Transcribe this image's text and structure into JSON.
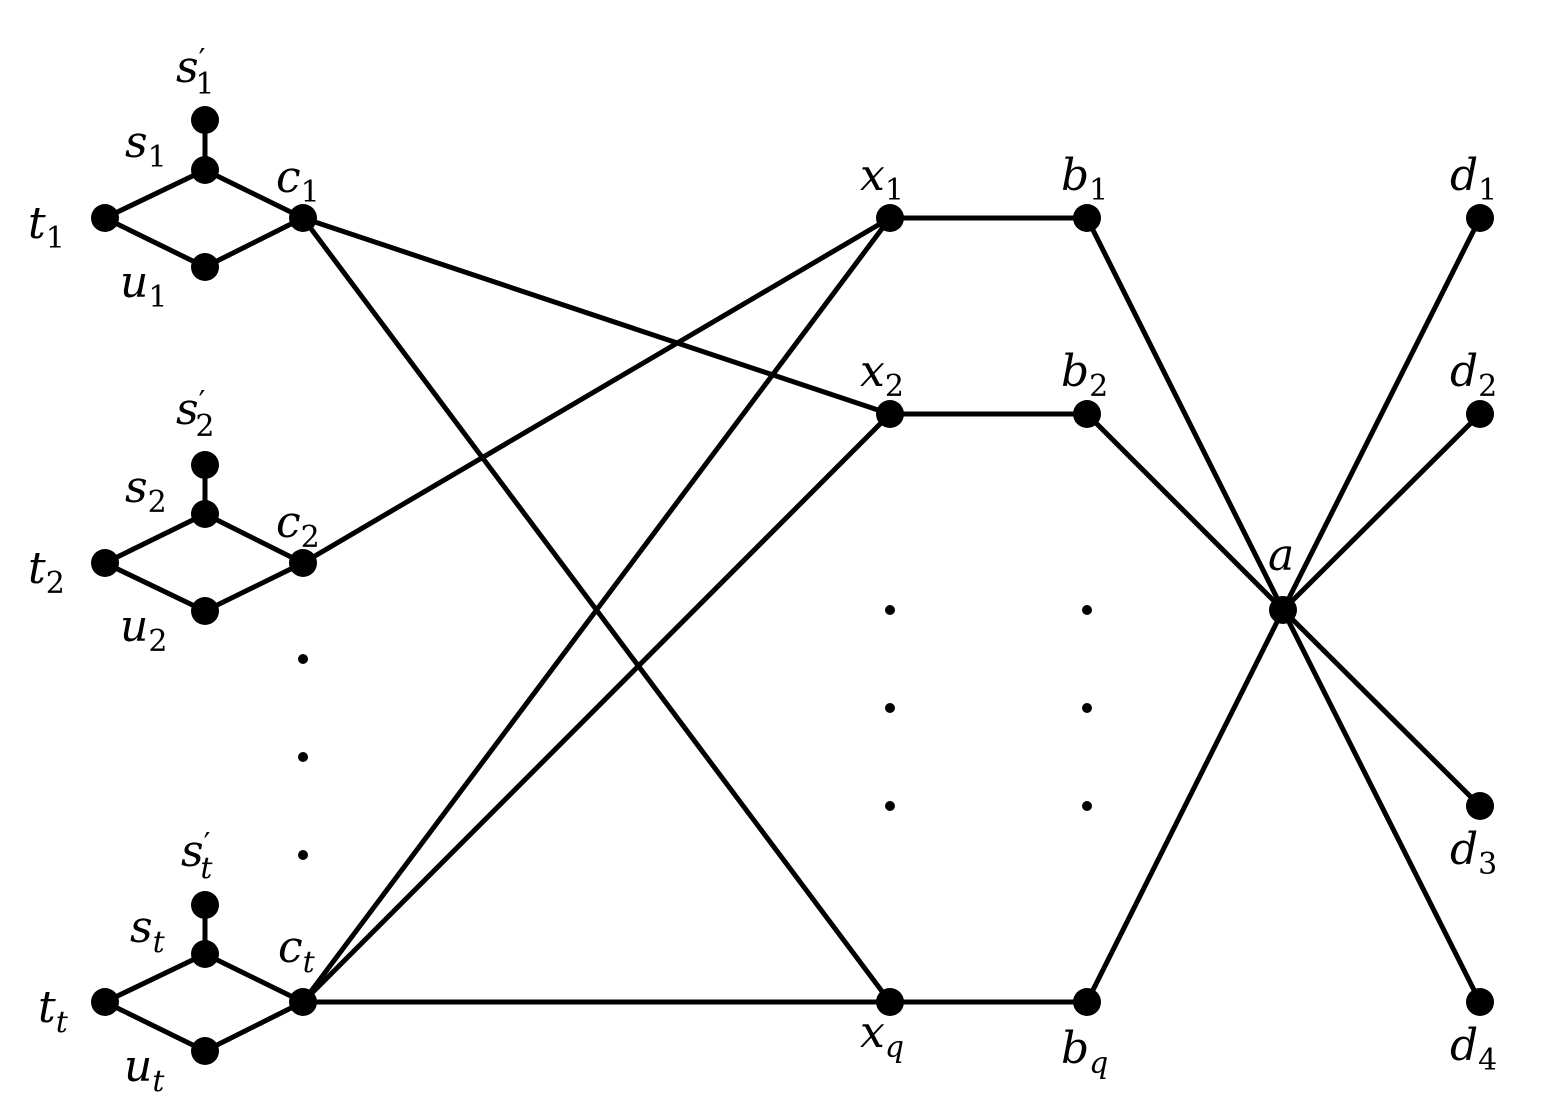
{
  "graph": {
    "nodes": [
      {
        "id": "s1p",
        "label": "s",
        "sub": "1",
        "prime": true
      },
      {
        "id": "s1",
        "label": "s",
        "sub": "1",
        "prime": false
      },
      {
        "id": "t1",
        "label": "t",
        "sub": "1",
        "prime": false
      },
      {
        "id": "u1",
        "label": "u",
        "sub": "1",
        "prime": false
      },
      {
        "id": "c1",
        "label": "c",
        "sub": "1",
        "prime": false
      },
      {
        "id": "s2p",
        "label": "s",
        "sub": "2",
        "prime": true
      },
      {
        "id": "s2",
        "label": "s",
        "sub": "2",
        "prime": false
      },
      {
        "id": "t2",
        "label": "t",
        "sub": "2",
        "prime": false
      },
      {
        "id": "u2",
        "label": "u",
        "sub": "2",
        "prime": false
      },
      {
        "id": "c2",
        "label": "c",
        "sub": "2",
        "prime": false
      },
      {
        "id": "stp",
        "label": "s",
        "sub": "t",
        "prime": true
      },
      {
        "id": "st",
        "label": "s",
        "sub": "t",
        "prime": false
      },
      {
        "id": "tt",
        "label": "t",
        "sub": "t",
        "prime": false
      },
      {
        "id": "ut",
        "label": "u",
        "sub": "t",
        "prime": false
      },
      {
        "id": "ct",
        "label": "c",
        "sub": "t",
        "prime": false
      },
      {
        "id": "x1",
        "label": "x",
        "sub": "1",
        "prime": false
      },
      {
        "id": "x2",
        "label": "x",
        "sub": "2",
        "prime": false
      },
      {
        "id": "xq",
        "label": "x",
        "sub": "q",
        "prime": false
      },
      {
        "id": "b1",
        "label": "b",
        "sub": "1",
        "prime": false
      },
      {
        "id": "b2",
        "label": "b",
        "sub": "2",
        "prime": false
      },
      {
        "id": "bq",
        "label": "b",
        "sub": "q",
        "prime": false
      },
      {
        "id": "a",
        "label": "a",
        "sub": "",
        "prime": false
      },
      {
        "id": "d1",
        "label": "d",
        "sub": "1",
        "prime": false
      },
      {
        "id": "d2",
        "label": "d",
        "sub": "2",
        "prime": false
      },
      {
        "id": "d3",
        "label": "d",
        "sub": "3",
        "prime": false
      },
      {
        "id": "d4",
        "label": "d",
        "sub": "4",
        "prime": false
      }
    ],
    "edges": [
      [
        "s1p",
        "s1"
      ],
      [
        "s1",
        "t1"
      ],
      [
        "s1",
        "c1"
      ],
      [
        "t1",
        "u1"
      ],
      [
        "u1",
        "c1"
      ],
      [
        "s2p",
        "s2"
      ],
      [
        "s2",
        "t2"
      ],
      [
        "s2",
        "c2"
      ],
      [
        "t2",
        "u2"
      ],
      [
        "u2",
        "c2"
      ],
      [
        "stp",
        "st"
      ],
      [
        "st",
        "tt"
      ],
      [
        "st",
        "ct"
      ],
      [
        "tt",
        "ut"
      ],
      [
        "ut",
        "ct"
      ],
      [
        "c1",
        "x2"
      ],
      [
        "c1",
        "xq"
      ],
      [
        "c2",
        "x1"
      ],
      [
        "ct",
        "x1"
      ],
      [
        "ct",
        "x2"
      ],
      [
        "ct",
        "xq"
      ],
      [
        "x1",
        "b1"
      ],
      [
        "x2",
        "b2"
      ],
      [
        "xq",
        "bq"
      ],
      [
        "b1",
        "a"
      ],
      [
        "b2",
        "a"
      ],
      [
        "bq",
        "a"
      ],
      [
        "a",
        "d1"
      ],
      [
        "a",
        "d2"
      ],
      [
        "a",
        "d3"
      ],
      [
        "a",
        "d4"
      ]
    ]
  }
}
